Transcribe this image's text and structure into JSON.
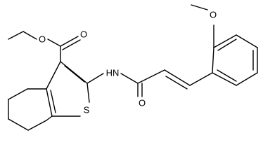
{
  "structure": {
    "atoms": {
      "ester_carbonyl_oxygen": "O",
      "ester_oxygen": "O",
      "amide_nitrogen": "HN",
      "thiophene_sulfur": "S",
      "amide_oxygen": "O",
      "methoxy_oxygen": "O"
    }
  }
}
